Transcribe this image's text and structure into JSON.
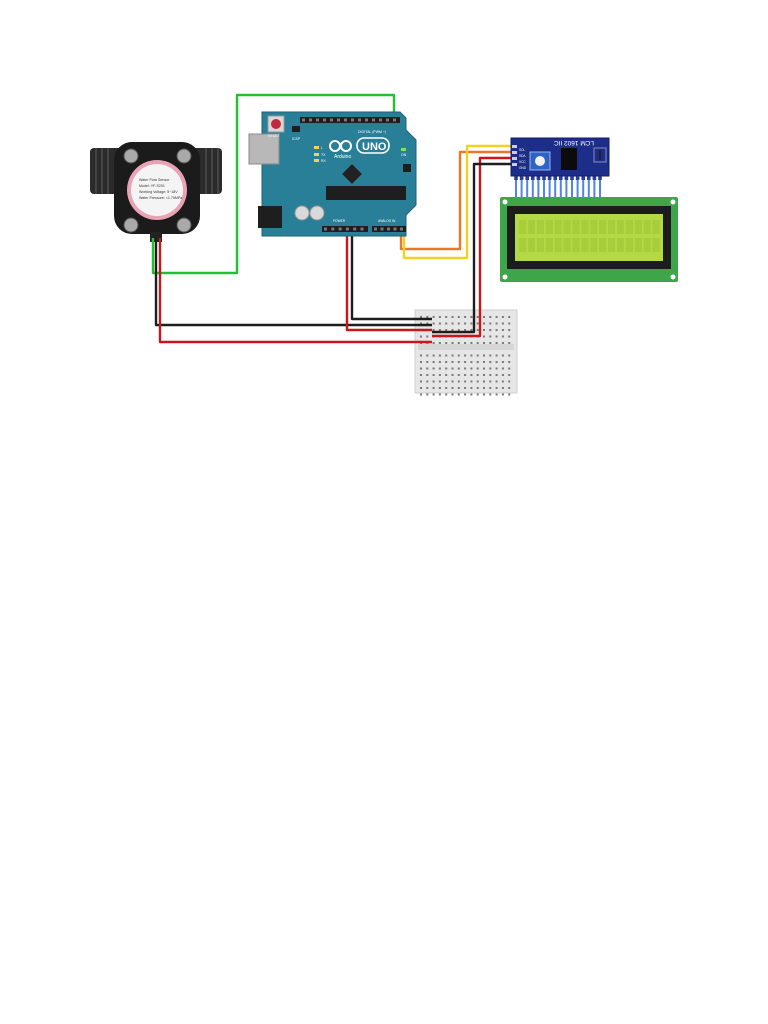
{
  "colors": {
    "background": "#ffffff",
    "wire_green": "#22c22e",
    "wire_black": "#1e1e1e",
    "wire_red": "#c8161d",
    "wire_yellow": "#f3d21f",
    "wire_orange": "#e8792a",
    "arduino_board": "#2a7f98",
    "i2c_board": "#1c2d8a",
    "lcd_frame": "#3ea54b",
    "lcd_screen": "#b4d944",
    "breadboard": "#e8e8e8"
  },
  "components": {
    "flow_sensor": {
      "label_lines": [
        "Water Flow Sensor",
        "Model: YF-S201",
        "Working Voltage: 5~18V",
        "Water Pressure: <1.75MPa"
      ]
    },
    "arduino": {
      "brand": "Arduino",
      "model": "UNO",
      "reset_label": "RESET",
      "icsp_label": "ICSP",
      "on_label": "ON",
      "tx_label": "TX",
      "rx_label": "RX",
      "l_label": "L",
      "digital_label": "DIGITAL (PWM ~)",
      "power_label": "POWER",
      "analog_label": "ANALOG IN"
    },
    "i2c_module": {
      "title": "LCM 1602 IIC",
      "pins": [
        "GND",
        "VCC",
        "SDA",
        "SCL"
      ]
    },
    "lcd": {},
    "breadboard": {}
  }
}
